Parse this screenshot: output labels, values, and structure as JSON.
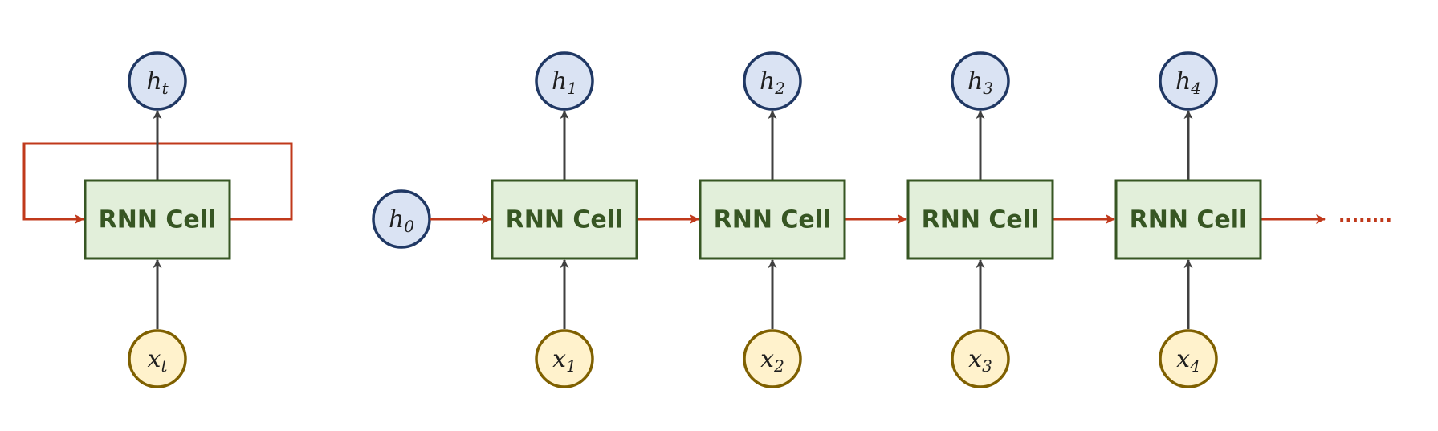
{
  "diagram": {
    "colors": {
      "cell_fill": "#e2efda",
      "cell_stroke": "#375623",
      "cell_text": "#375623",
      "hidden_node_fill": "#dae3f3",
      "hidden_node_stroke": "#203864",
      "input_node_fill": "#fff2cc",
      "input_node_stroke": "#7f6000",
      "recurrent_arrow": "#c0391b",
      "vertical_arrow": "#404040"
    },
    "folded": {
      "cell_label": "RNN Cell",
      "output": {
        "base": "h",
        "sub": "t"
      },
      "input": {
        "base": "x",
        "sub": "t"
      }
    },
    "initial_state": {
      "base": "h",
      "sub": "0"
    },
    "steps": [
      {
        "cell_label": "RNN Cell",
        "output": {
          "base": "h",
          "sub": "1"
        },
        "input": {
          "base": "x",
          "sub": "1"
        }
      },
      {
        "cell_label": "RNN Cell",
        "output": {
          "base": "h",
          "sub": "2"
        },
        "input": {
          "base": "x",
          "sub": "2"
        }
      },
      {
        "cell_label": "RNN Cell",
        "output": {
          "base": "h",
          "sub": "3"
        },
        "input": {
          "base": "x",
          "sub": "3"
        }
      },
      {
        "cell_label": "RNN Cell",
        "output": {
          "base": "h",
          "sub": "4"
        },
        "input": {
          "base": "x",
          "sub": "4"
        }
      }
    ],
    "continuation": "........"
  }
}
